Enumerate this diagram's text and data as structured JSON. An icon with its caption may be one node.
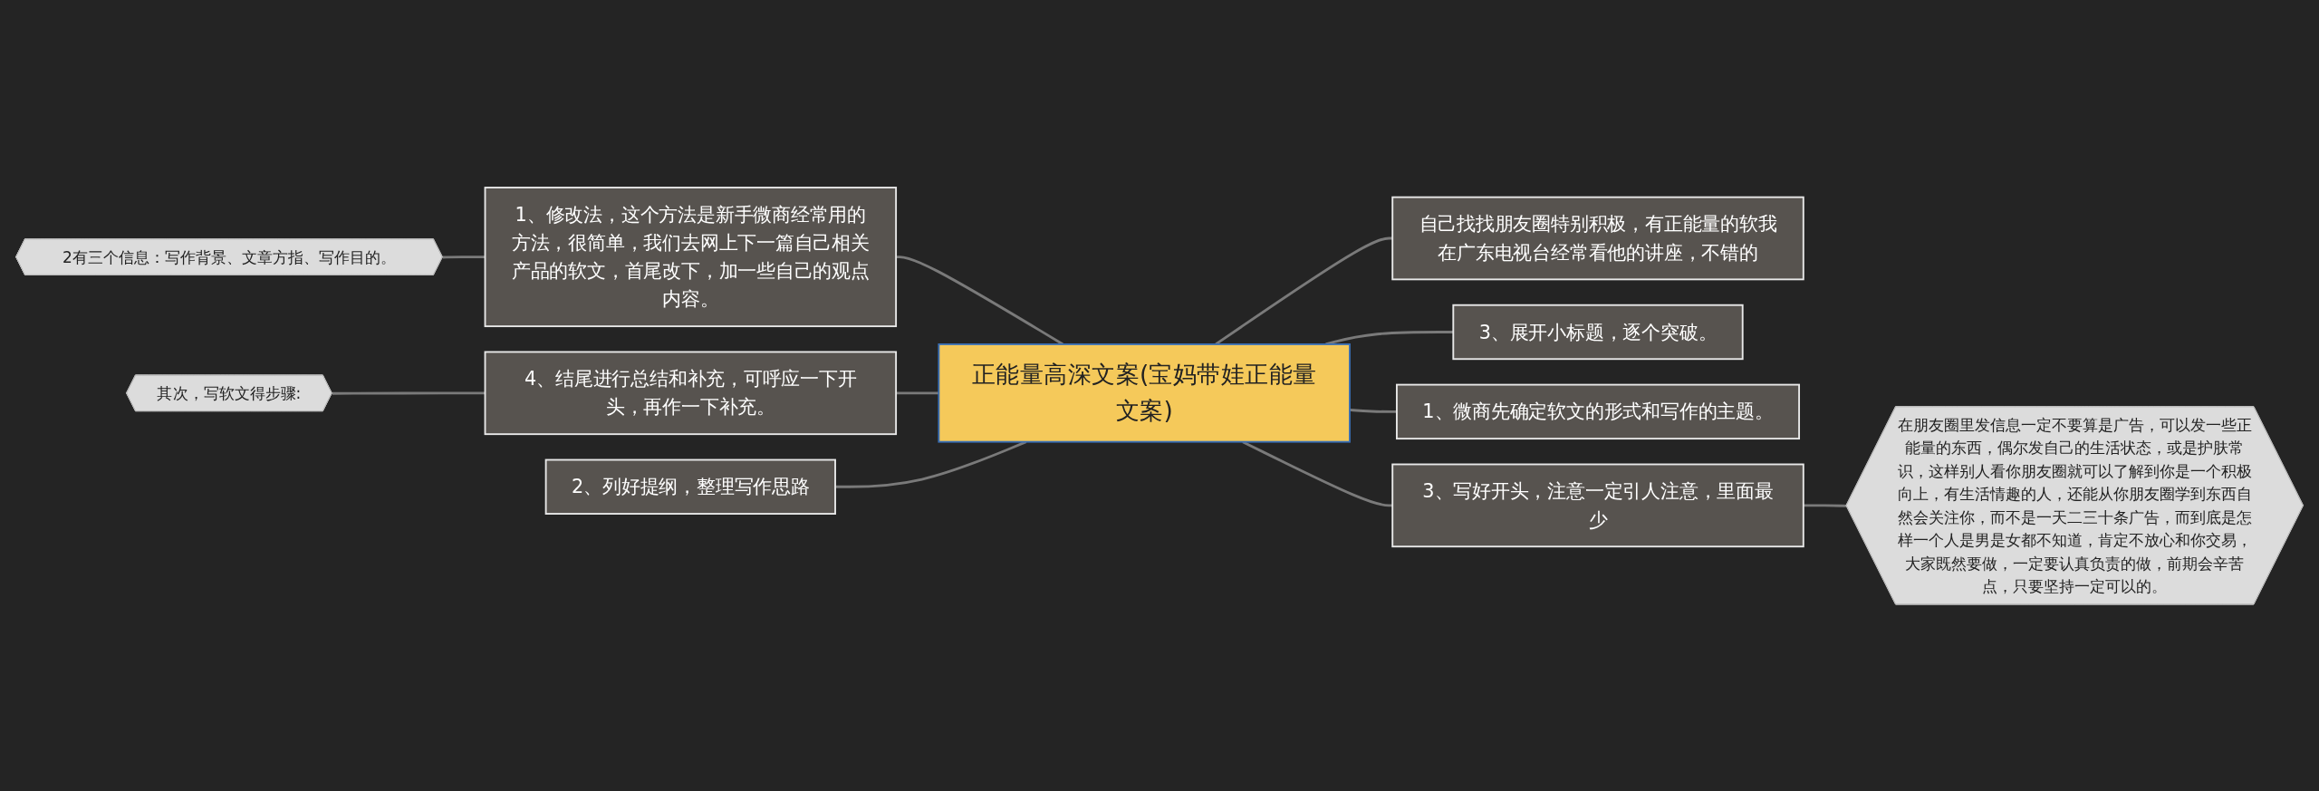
{
  "diagram": {
    "nodes": [
      {
        "text": [
          "正能量高深文案(宝妈带娃正能量文案)"
        ]
      },
      {
        "text": [
          "1、修改法，这个方法是新手微商经常用的方法，很简单，我们去网上下一篇自己相关产品的软文，首尾改下，加一些自己的观点内容。"
        ]
      },
      {
        "text": [
          "2有三个信息：写作背景、文章方指、写作目的。"
        ]
      },
      {
        "text": [
          "4、结尾进行总结和补充，可呼应一下开头，再作一下补充。"
        ]
      },
      {
        "text": [
          "其次，写软文得步骤:"
        ]
      },
      {
        "text": [
          "2、列好提纲，整理写作思路"
        ]
      },
      {
        "text": [
          "自己找找朋友圈特别积极，有正能量的软我在广东电视台经常看他的讲座，不错的"
        ]
      },
      {
        "text": [
          "3、展开小标题，逐个突破。"
        ]
      },
      {
        "text": [
          "1、微商先确定软文的形式和写作的主题。"
        ]
      },
      {
        "text": [
          "3、写好开头，注意一定引人注意，里面最少"
        ]
      },
      {
        "text": [
          "在朋友圈里发信息一定不要算是广告，可以发一些正能量的东西，偶尔发自己的生活状态，或是护肤常识，这样别人看你朋友圈就可以了解到你是一个积极向上，有生活情趣的人，还能从你朋友圈学到东西自然会关注你，而不是一天二三十条广告，而到底是怎样一个人是男是女都不知道，肯定不放心和你交易，大家既然要做，一定要认真负责的做，前期会辛苦点，只要坚持一定可以的。"
        ]
      }
    ],
    "edges": [
      {
        "from": 0,
        "to": 1,
        "arrow": "none"
      },
      {
        "from": 1,
        "to": 2,
        "arrow": "none"
      },
      {
        "from": 0,
        "to": 3,
        "arrow": "none"
      },
      {
        "from": 3,
        "to": 4,
        "arrow": "none"
      },
      {
        "from": 0,
        "to": 5,
        "arrow": "none"
      },
      {
        "from": 0,
        "to": 6,
        "arrow": "none"
      },
      {
        "from": 0,
        "to": 7,
        "arrow": "none"
      },
      {
        "from": 0,
        "to": 8,
        "arrow": "none"
      },
      {
        "from": 0,
        "to": 9,
        "arrow": "none"
      },
      {
        "from": 9,
        "to": 10,
        "arrow": "none"
      }
    ]
  }
}
